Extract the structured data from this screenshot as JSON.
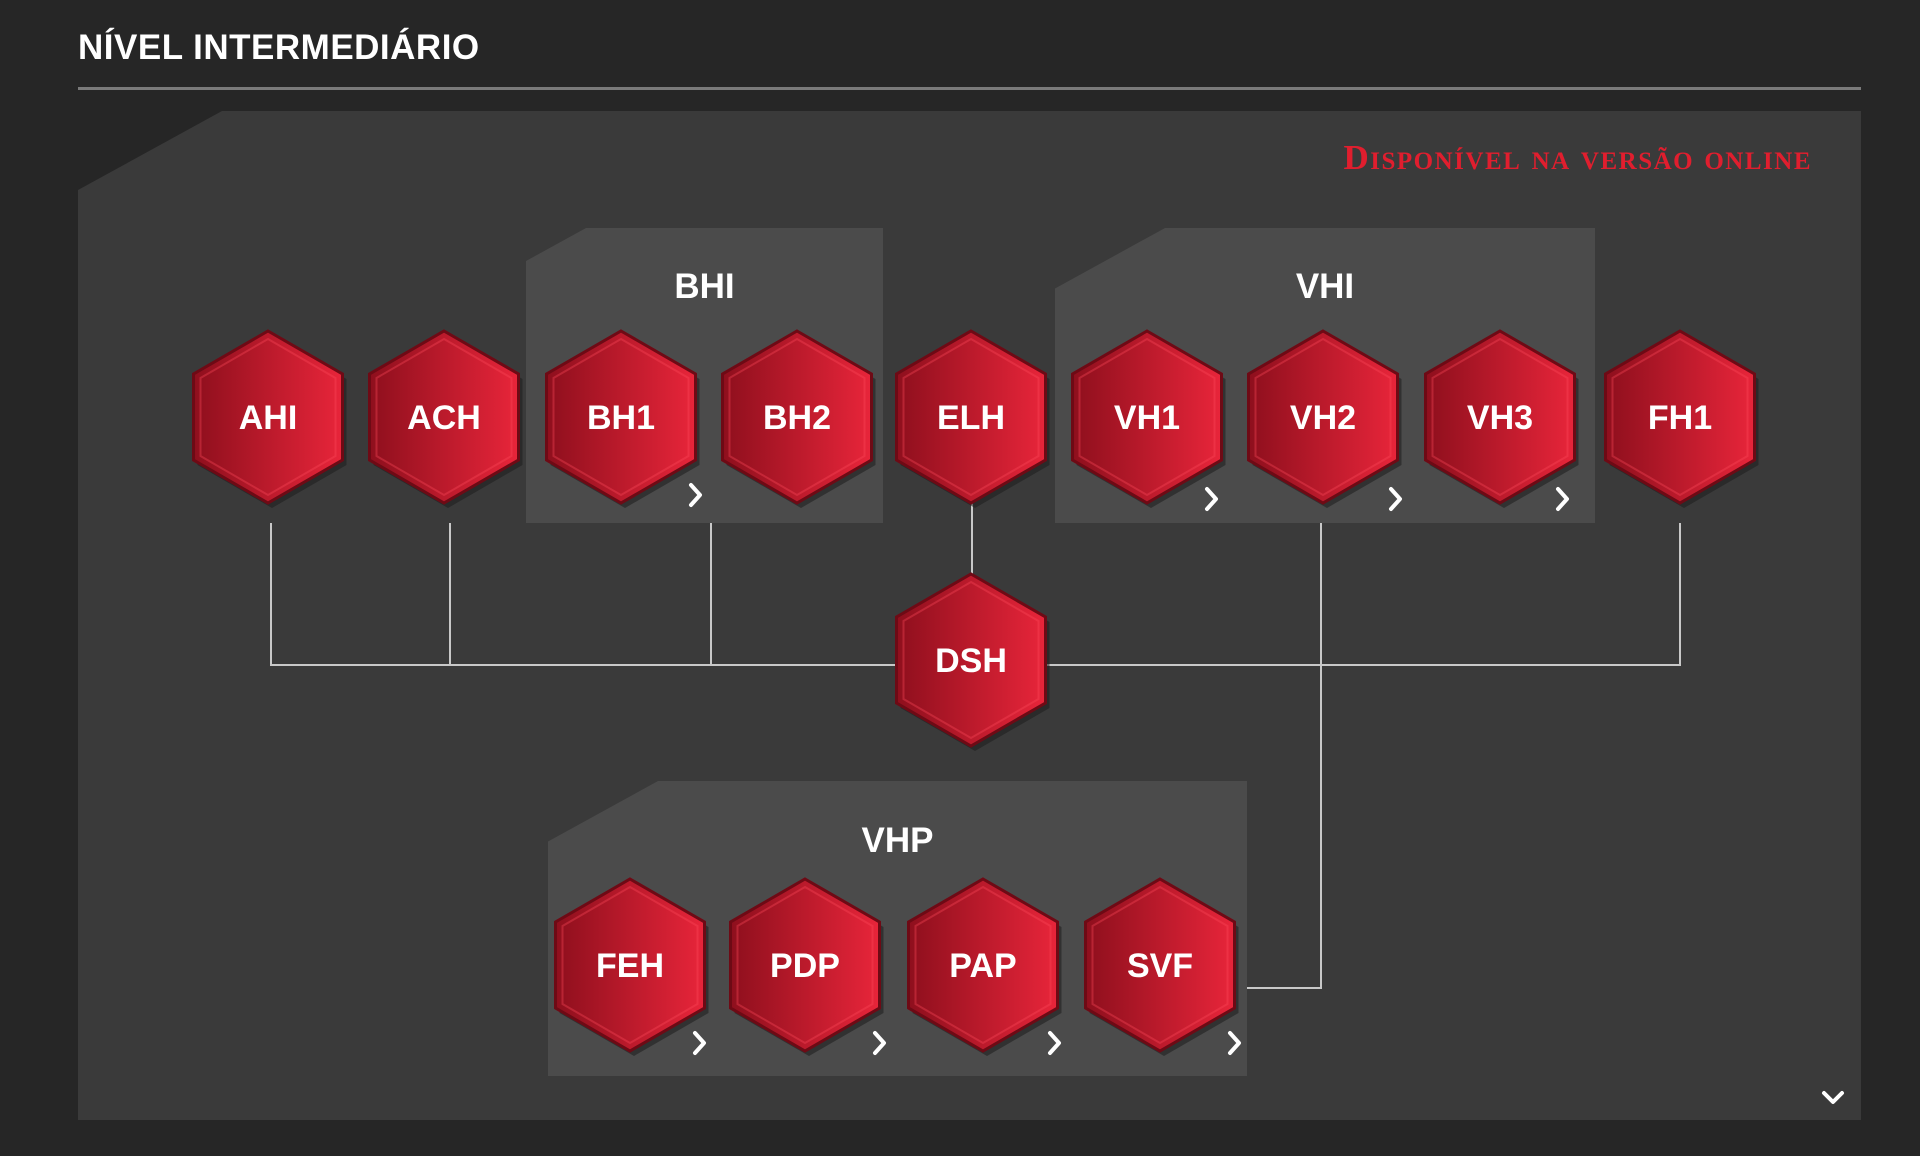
{
  "page": {
    "title": "NÍVEL INTERMEDIÁRIO",
    "online_note": "Disponível na versão online"
  },
  "colors": {
    "background": "#262626",
    "panel": "#3a3a3a",
    "group_box": "#4b4b4b",
    "hex_light": "#e8253a",
    "hex_dark": "#8e0f1d",
    "connector": "#c8c8c8",
    "note": "#e01e2e"
  },
  "groups": [
    {
      "id": "bhi",
      "label": "BHI"
    },
    {
      "id": "vhi",
      "label": "VHI"
    },
    {
      "id": "vhp",
      "label": "VHP"
    }
  ],
  "nodes": [
    {
      "id": "ahi",
      "label": "AHI",
      "group": null,
      "expandable": false
    },
    {
      "id": "ach",
      "label": "ACH",
      "group": null,
      "expandable": false
    },
    {
      "id": "bh1",
      "label": "BH1",
      "group": "bhi",
      "expandable": true
    },
    {
      "id": "bh2",
      "label": "BH2",
      "group": "bhi",
      "expandable": false
    },
    {
      "id": "elh",
      "label": "ELH",
      "group": null,
      "expandable": false
    },
    {
      "id": "vh1",
      "label": "VH1",
      "group": "vhi",
      "expandable": true
    },
    {
      "id": "vh2",
      "label": "VH2",
      "group": "vhi",
      "expandable": true
    },
    {
      "id": "vh3",
      "label": "VH3",
      "group": "vhi",
      "expandable": true
    },
    {
      "id": "fh1",
      "label": "FH1",
      "group": null,
      "expandable": false
    },
    {
      "id": "dsh",
      "label": "DSH",
      "group": null,
      "expandable": false
    },
    {
      "id": "feh",
      "label": "FEH",
      "group": "vhp",
      "expandable": true
    },
    {
      "id": "pdp",
      "label": "PDP",
      "group": "vhp",
      "expandable": true
    },
    {
      "id": "pap",
      "label": "PAP",
      "group": "vhp",
      "expandable": true
    },
    {
      "id": "svf",
      "label": "SVF",
      "group": "vhp",
      "expandable": true
    }
  ],
  "connections": [
    {
      "from": "ahi",
      "to": "dsh"
    },
    {
      "from": "ach",
      "to": "dsh"
    },
    {
      "from": "bhi",
      "to": "dsh"
    },
    {
      "from": "elh",
      "to": "dsh"
    },
    {
      "from": "vhi",
      "to": "dsh"
    },
    {
      "from": "fh1",
      "to": "dsh"
    },
    {
      "from": "vhi",
      "to": "vhp"
    }
  ],
  "icons": {
    "expand": "chevron-right-icon",
    "scroll": "chevron-down-icon"
  }
}
